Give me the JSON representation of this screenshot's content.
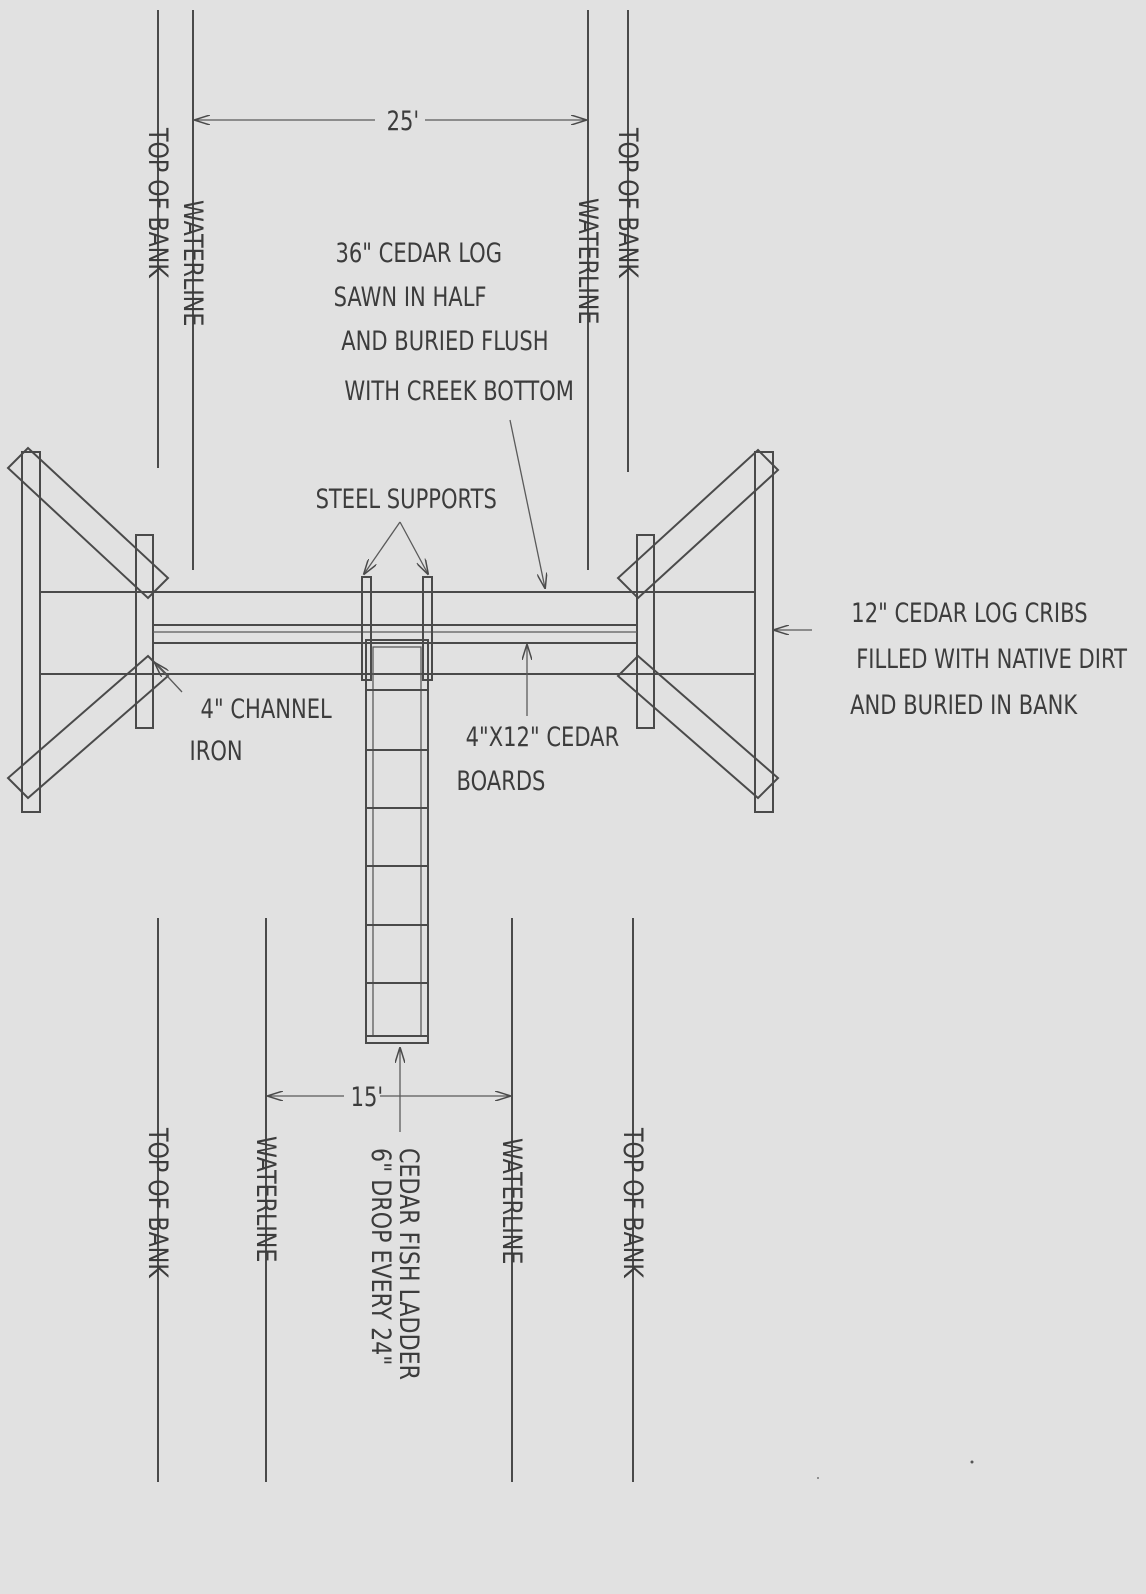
{
  "labels": {
    "top_of_bank": "TOP OF BANK",
    "waterline": "WATERLINE",
    "width_upstream": "25'",
    "width_downstream": "15'",
    "cedar_log": [
      "36\" CEDAR LOG",
      "SAWN IN HALF",
      "AND BURIED FLUSH",
      "WITH CREEK BOTTOM"
    ],
    "steel_supports": "STEEL SUPPORTS",
    "log_cribs": [
      "12\" CEDAR LOG CRIBS",
      "FILLED WITH NATIVE DIRT",
      "AND BURIED IN BANK"
    ],
    "channel_iron": [
      "4\" CHANNEL",
      "IRON"
    ],
    "cedar_boards": [
      "4\"X12\" CEDAR",
      "BOARDS"
    ],
    "fish_ladder": [
      "CEDAR FISH LADDER",
      "6\" DROP EVERY 24\""
    ]
  },
  "colors": {
    "background": "#e1e1e1",
    "line": "#4a4a4a",
    "text": "#3c3c3c"
  }
}
